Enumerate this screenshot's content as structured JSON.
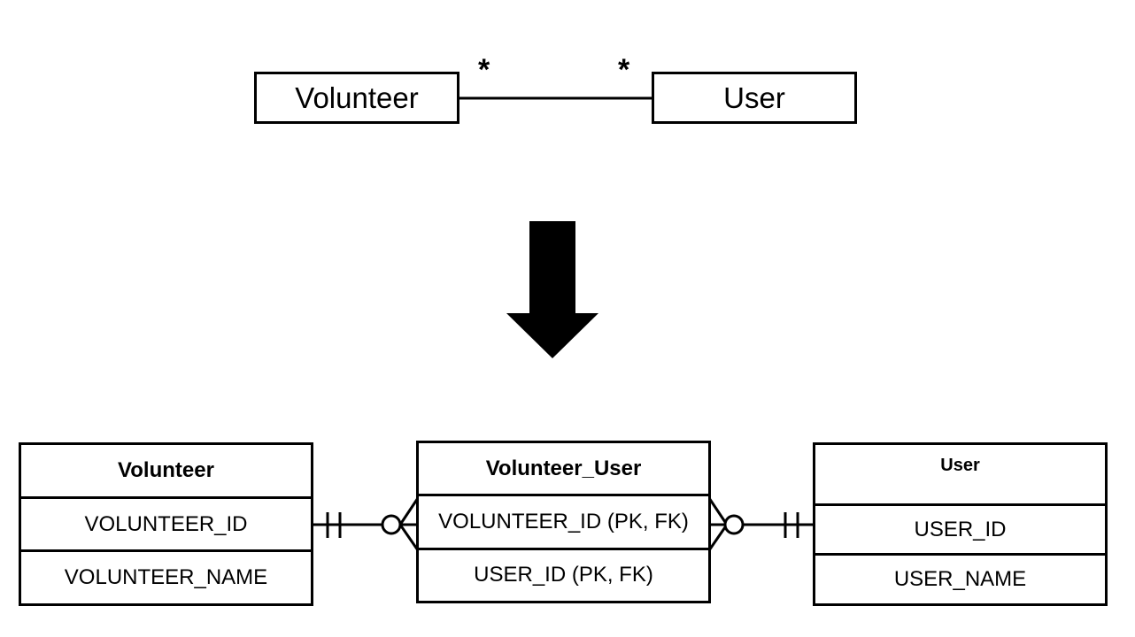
{
  "uml": {
    "left_class": "Volunteer",
    "right_class": "User",
    "left_multiplicity": "*",
    "right_multiplicity": "*"
  },
  "er": {
    "volunteer": {
      "title": "Volunteer",
      "rows": [
        "VOLUNTEER_ID",
        "VOLUNTEER_NAME"
      ]
    },
    "link": {
      "title": "Volunteer_User",
      "rows": [
        "VOLUNTEER_ID (PK, FK)",
        "USER_ID (PK, FK)"
      ]
    },
    "user": {
      "title": "User",
      "rows": [
        "USER_ID",
        "USER_NAME"
      ]
    }
  }
}
